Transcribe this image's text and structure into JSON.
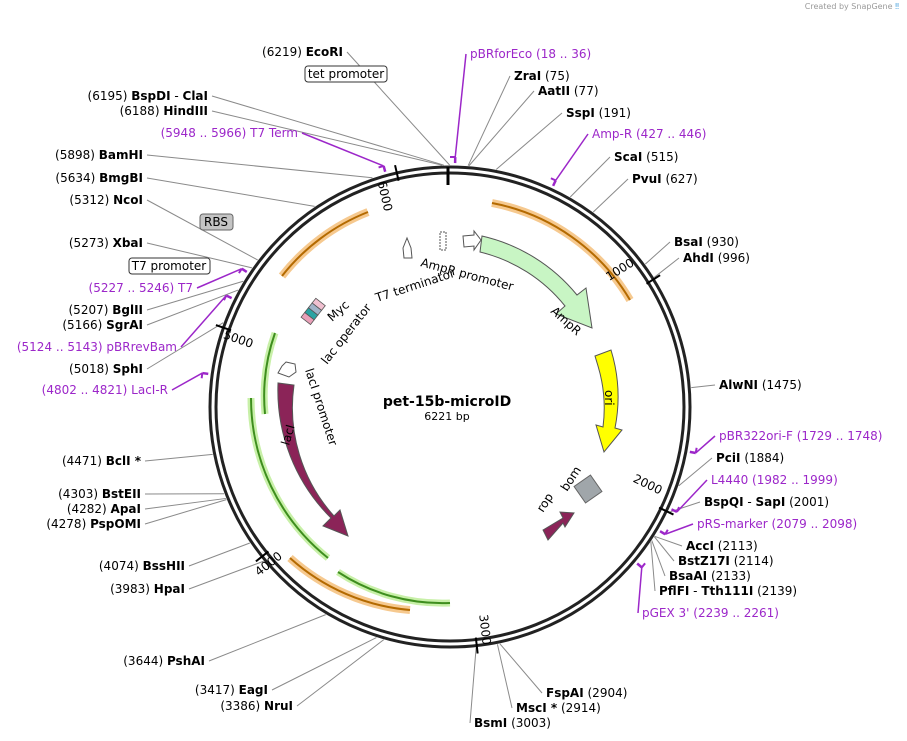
{
  "credit": "Created by SnapGene",
  "plasmid": {
    "name": "pet-15b-microID",
    "size_label": "6221 bp"
  },
  "colors": {
    "primer": "#9c27c9",
    "ampr": "#c8f5c4",
    "ori": "#ffff00",
    "laci": "#8b2458",
    "rop": "#8b2458",
    "bom": "#a0a6aa",
    "orange": "#f39c12"
  },
  "ticks": [
    "1000",
    "2000",
    "3000",
    "4000",
    "5000",
    "6000"
  ],
  "features": {
    "ampr": "AmpR",
    "ori": "ori",
    "laci": "lacI",
    "rop": "rop",
    "bom": "bom",
    "ampr_promoter": "AmpR promoter",
    "t7_terminator": "T7 terminator",
    "myc": "Myc",
    "lac_operator": "lac operator",
    "laci_promoter": "lacI promoter"
  },
  "sites": [
    {
      "pos": "(6219)",
      "name": "EcoRI"
    },
    {
      "pos": "(75)",
      "name": "ZraI"
    },
    {
      "pos": "(77)",
      "name": "AatII"
    },
    {
      "pos": "(191)",
      "name": "SspI"
    },
    {
      "pos": "(515)",
      "name": "ScaI"
    },
    {
      "pos": "(627)",
      "name": "PvuI"
    },
    {
      "pos": "(930)",
      "name": "BsaI"
    },
    {
      "pos": "(996)",
      "name": "AhdI"
    },
    {
      "pos": "(1475)",
      "name": "AlwNI"
    },
    {
      "pos": "(1884)",
      "name": "PciI"
    },
    {
      "pos": "(2001)",
      "name": "BspQI - SapI"
    },
    {
      "pos": "(2113)",
      "name": "AccI"
    },
    {
      "pos": "(2114)",
      "name": "BstZ17I"
    },
    {
      "pos": "(2133)",
      "name": "BsaAI"
    },
    {
      "pos": "(2139)",
      "name": "PflFI - Tth111I"
    },
    {
      "pos": "(2904)",
      "name": "FspAI"
    },
    {
      "pos": "(2914)",
      "name": "MscI *"
    },
    {
      "pos": "(3003)",
      "name": "BsmI"
    },
    {
      "pos": "(3644)",
      "name": "PshAI"
    },
    {
      "pos": "(3417)",
      "name": "EagI"
    },
    {
      "pos": "(3386)",
      "name": "NruI"
    },
    {
      "pos": "(3983)",
      "name": "HpaI"
    },
    {
      "pos": "(4074)",
      "name": "BssHII"
    },
    {
      "pos": "(4278)",
      "name": "PspOMI"
    },
    {
      "pos": "(4282)",
      "name": "ApaI"
    },
    {
      "pos": "(4303)",
      "name": "BstEII"
    },
    {
      "pos": "(4471)",
      "name": "BclI *"
    },
    {
      "pos": "(5018)",
      "name": "SphI"
    },
    {
      "pos": "(5166)",
      "name": "SgrAI"
    },
    {
      "pos": "(5207)",
      "name": "BglII"
    },
    {
      "pos": "(5273)",
      "name": "XbaI"
    },
    {
      "pos": "(5312)",
      "name": "NcoI"
    },
    {
      "pos": "(5634)",
      "name": "BmgBI"
    },
    {
      "pos": "(5898)",
      "name": "BamHI"
    },
    {
      "pos": "(6188)",
      "name": "HindIII"
    },
    {
      "pos": "(6195)",
      "name": "BspDI - ClaI"
    }
  ],
  "primers": [
    {
      "name": "pBRforEco",
      "range": "(18 .. 36)"
    },
    {
      "name": "Amp-R",
      "range": "(427 .. 446)"
    },
    {
      "name": "pBR322ori-F",
      "range": "(1729 .. 1748)"
    },
    {
      "name": "L4440",
      "range": "(1982 .. 1999)"
    },
    {
      "name": "pRS-marker",
      "range": "(2079 .. 2098)"
    },
    {
      "name": "pGEX 3'",
      "range": "(2239 .. 2261)"
    },
    {
      "name": "LacI-R",
      "range": "(4802 .. 4821)"
    },
    {
      "name": "pBRrevBam",
      "range": "(5124 .. 5143)"
    },
    {
      "name": "T7",
      "range": "(5227 .. 5246)"
    },
    {
      "name": "T7 Term",
      "range": "(5948 .. 5966)"
    }
  ],
  "boxed": {
    "tet_promoter": "tet promoter",
    "t7_promoter": "T7 promoter",
    "rbs": "RBS"
  }
}
